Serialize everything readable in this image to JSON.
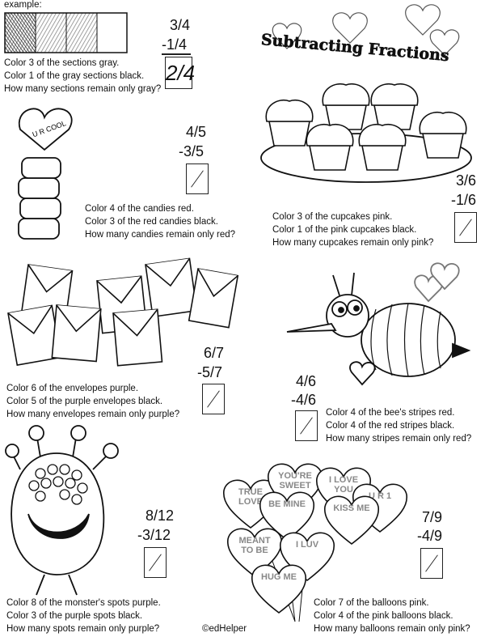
{
  "title": "Subtracting Fractions",
  "credit": "©edHelper",
  "example": {
    "label": "example:",
    "minuend": "3/4",
    "subtrahend": "-1/4",
    "answer": "2/4",
    "lines": [
      "Color 3 of the sections gray.",
      "Color 1 of the gray sections black.",
      "How many sections remain only gray?"
    ]
  },
  "problems": [
    {
      "id": "candies",
      "minuend": "4/5",
      "subtrahend": "-3/5",
      "candy_text": "U R COOL",
      "lines": [
        "Color 4 of the candies red.",
        "Color 3 of the red candies black.",
        "How many candies remain only red?"
      ]
    },
    {
      "id": "cupcakes",
      "minuend": "3/6",
      "subtrahend": "-1/6",
      "lines": [
        "Color 3 of the cupcakes pink.",
        "Color 1 of the pink cupcakes black.",
        "How many cupcakes remain only pink?"
      ]
    },
    {
      "id": "envelopes",
      "minuend": "6/7",
      "subtrahend": "-5/7",
      "lines": [
        "Color 6 of the envelopes purple.",
        "Color 5 of the purple envelopes black.",
        "How many envelopes remain only purple?"
      ]
    },
    {
      "id": "bee",
      "minuend": "4/6",
      "subtrahend": "-4/6",
      "lines": [
        "Color 4 of the bee's stripes red.",
        "Color 4 of the red stripes black.",
        "How many stripes remain only red?"
      ]
    },
    {
      "id": "monster",
      "minuend": "8/12",
      "subtrahend": "-3/12",
      "lines": [
        "Color 8 of the monster's spots purple.",
        "Color 3 of the purple spots black.",
        "How many spots remain only purple?"
      ]
    },
    {
      "id": "balloons",
      "minuend": "7/9",
      "subtrahend": "-4/9",
      "balloon_texts": [
        "TRUE LOVE",
        "YOU'RE SWEET",
        "I LOVE YOU",
        "U R 1",
        "BE MINE",
        "KISS ME",
        "MEANT TO BE",
        "I LUV",
        "HUG ME"
      ],
      "lines": [
        "Color 7 of the balloons pink.",
        "Color 4 of the pink balloons black.",
        "How many balloons remain only pink?"
      ]
    }
  ]
}
